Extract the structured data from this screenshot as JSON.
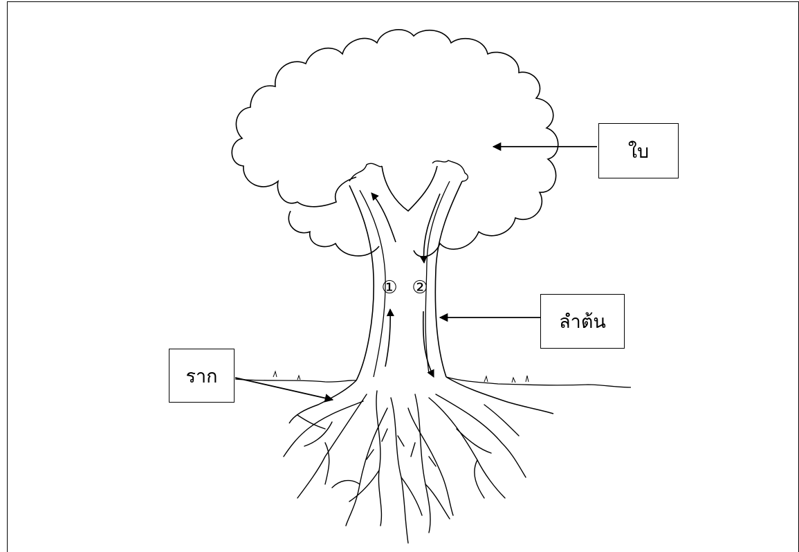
{
  "labels": {
    "leaf": "ใบ",
    "trunk": "ลำต้น",
    "root": "ราก"
  },
  "markers": {
    "one": "①",
    "two": "②"
  },
  "icons": [
    "tree-illustration",
    "arrow-icon"
  ],
  "colors": {
    "ink": "#000000",
    "background": "#ffffff"
  }
}
